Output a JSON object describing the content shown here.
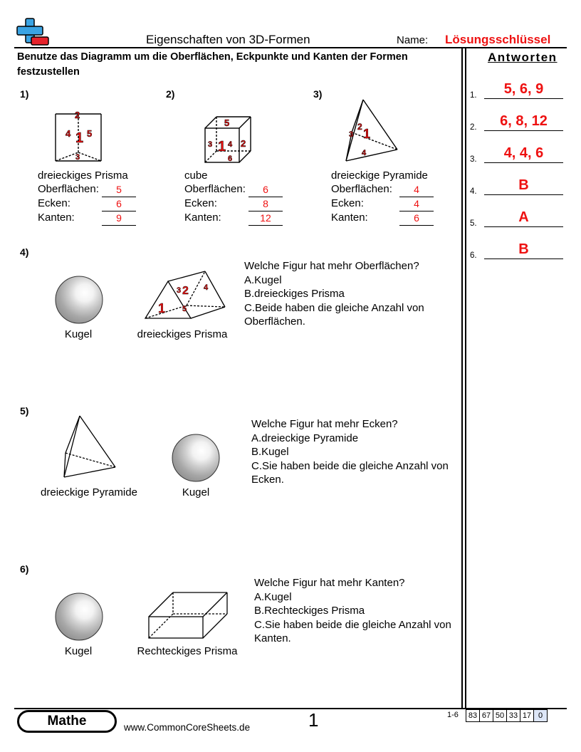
{
  "header": {
    "title": "Eigenschaften von 3D-Formen",
    "name_label": "Name:",
    "name_value": "Lösungsschlüssel"
  },
  "instructions": "Benutze das Diagramm um die Oberflächen, Eckpunkte und Kanten der Formen festzustellen",
  "answers": {
    "heading": "Antworten",
    "items": [
      {
        "num": "1.",
        "value": "5, 6, 9"
      },
      {
        "num": "2.",
        "value": "6, 8, 12"
      },
      {
        "num": "3.",
        "value": "4, 4, 6"
      },
      {
        "num": "4.",
        "value": "B"
      },
      {
        "num": "5.",
        "value": "A"
      },
      {
        "num": "6.",
        "value": "B"
      }
    ]
  },
  "problems_top": [
    {
      "num": "1)",
      "shape": "dreieckiges Prisma",
      "faces_label": "Oberflächen:",
      "faces": "5",
      "vertices_label": "Ecken:",
      "vertices": "6",
      "edges_label": "Kanten:",
      "edges": "9"
    },
    {
      "num": "2)",
      "shape": "cube",
      "faces_label": "Oberflächen:",
      "faces": "6",
      "vertices_label": "Ecken:",
      "vertices": "8",
      "edges_label": "Kanten:",
      "edges": "12"
    },
    {
      "num": "3)",
      "shape": "dreieckige Pyramide",
      "faces_label": "Oberflächen:",
      "faces": "4",
      "vertices_label": "Ecken:",
      "vertices": "4",
      "edges_label": "Kanten:",
      "edges": "6"
    }
  ],
  "diagram_labels": {
    "prism": [
      "1",
      "2",
      "3",
      "4",
      "5"
    ],
    "cube": [
      "1",
      "2",
      "3",
      "4",
      "5",
      "6"
    ],
    "pyramid": [
      "1",
      "2",
      "3",
      "4"
    ]
  },
  "q4": {
    "num": "4)",
    "question": "Welche Figur hat mehr Oberflächen?",
    "options": [
      "A.Kugel",
      "B.dreieckiges Prisma",
      "C.Beide haben die gleiche Anzahl von Oberflächen."
    ],
    "left_caption": "Kugel",
    "right_caption": "dreieckiges Prisma"
  },
  "q5": {
    "num": "5)",
    "question": "Welche Figur hat mehr Ecken?",
    "options": [
      "A.dreieckige Pyramide",
      "B.Kugel",
      "C.Sie haben beide die gleiche Anzahl von Ecken."
    ],
    "left_caption": "dreieckige Pyramide",
    "right_caption": "Kugel"
  },
  "q6": {
    "num": "6)",
    "question": "Welche Figur hat mehr Kanten?",
    "options": [
      "A.Kugel",
      "B.Rechteckiges Prisma",
      "C.Sie haben beide die gleiche Anzahl von Kanten."
    ],
    "left_caption": "Kugel",
    "right_caption": "Rechteckiges Prisma"
  },
  "footer": {
    "subject": "Mathe",
    "site": "www.CommonCoreSheets.de",
    "page": "1",
    "range": "1-6",
    "scores": [
      "83",
      "67",
      "50",
      "33",
      "17",
      "0"
    ]
  },
  "colors": {
    "answer_red": "#e11111",
    "logo_blue": "#3aa3e3",
    "logo_red": "#e5232b"
  }
}
